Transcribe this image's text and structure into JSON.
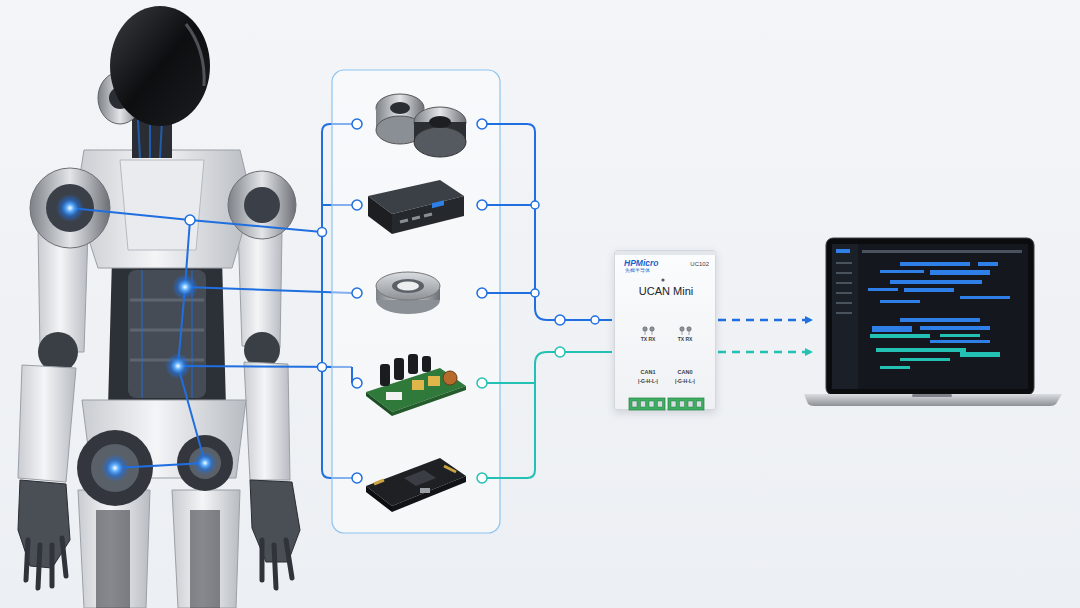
{
  "diagram": {
    "nodes": [
      {
        "text": [
          "HPMicro",
          "先楫半导体",
          "UC102",
          "UCAN Mini",
          "TX RX",
          "TX RX",
          "CAN1",
          "|-G-H-L-|",
          "CAN0",
          "|-G-H-L-|"
        ]
      }
    ]
  }
}
